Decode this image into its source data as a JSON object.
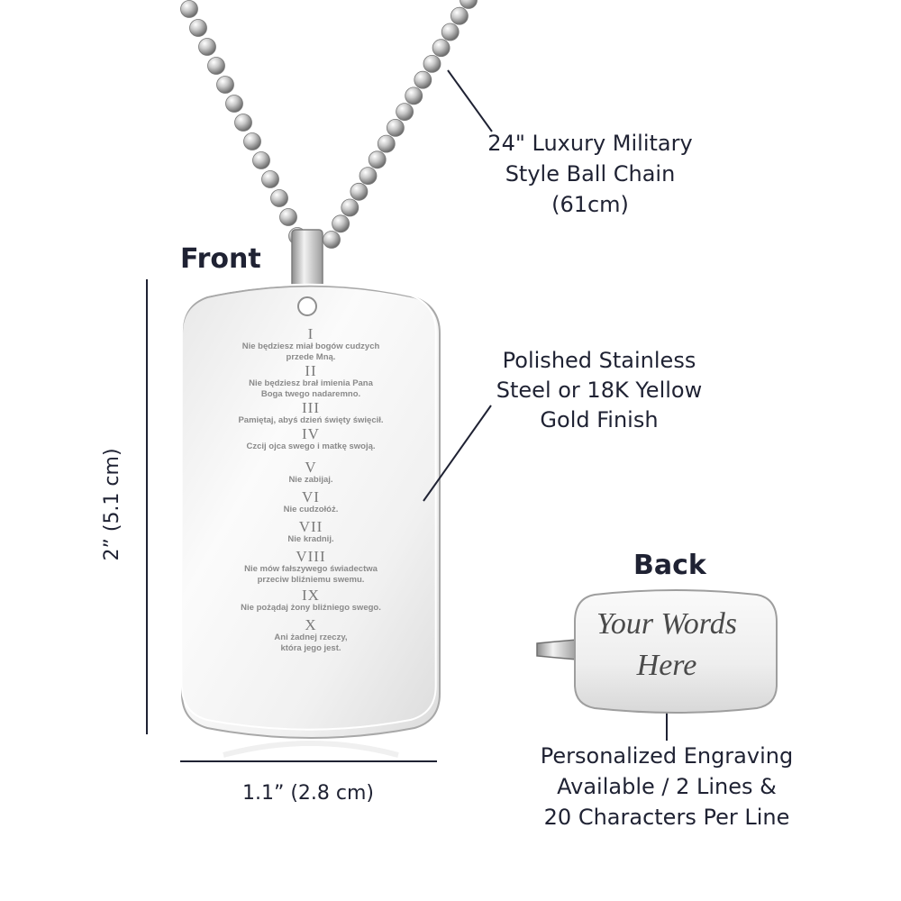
{
  "labels": {
    "front": "Front",
    "back": "Back",
    "chain": [
      "24\" Luxury Military",
      "Style Ball Chain",
      "(61cm)"
    ],
    "finish": [
      "Polished Stainless",
      "Steel or 18K Yellow",
      "Gold Finish"
    ],
    "height": "2” (5.1 cm)",
    "width": "1.1” (2.8 cm)",
    "engraving": [
      "Personalized Engraving",
      "Available / 2 Lines &",
      "20 Characters Per Line"
    ]
  },
  "front_tag": {
    "commandments": [
      {
        "numeral": "I",
        "lines": [
          "Nie będziesz miał bogów cudzych",
          "przede Mną."
        ]
      },
      {
        "numeral": "II",
        "lines": [
          "Nie będziesz brał imienia Pana",
          "Boga twego nadaremno."
        ]
      },
      {
        "numeral": "III",
        "lines": [
          "Pamiętaj, abyś dzień święty święcił."
        ]
      },
      {
        "numeral": "IV",
        "lines": [
          "Czcij ojca swego i matkę swoją."
        ]
      },
      {
        "numeral": "V",
        "lines": [
          "Nie zabijaj."
        ]
      },
      {
        "numeral": "VI",
        "lines": [
          "Nie cudzołóż."
        ]
      },
      {
        "numeral": "VII",
        "lines": [
          "Nie kradnij."
        ]
      },
      {
        "numeral": "VIII",
        "lines": [
          "Nie mów fałszywego świadectwa",
          "przeciw bliźniemu swemu."
        ]
      },
      {
        "numeral": "IX",
        "lines": [
          "Nie pożądaj żony bliźniego swego."
        ]
      },
      {
        "numeral": "X",
        "lines": [
          "Ani żadnej rzeczy,",
          "która jego jest."
        ]
      }
    ]
  },
  "back_tag": {
    "engraving_lines": [
      "Your Words",
      "Here"
    ]
  },
  "colors": {
    "text": "#1f2233",
    "steel_light": "#f4f4f4",
    "steel_mid": "#d6d6d6",
    "steel_dark": "#9a9a9a"
  }
}
